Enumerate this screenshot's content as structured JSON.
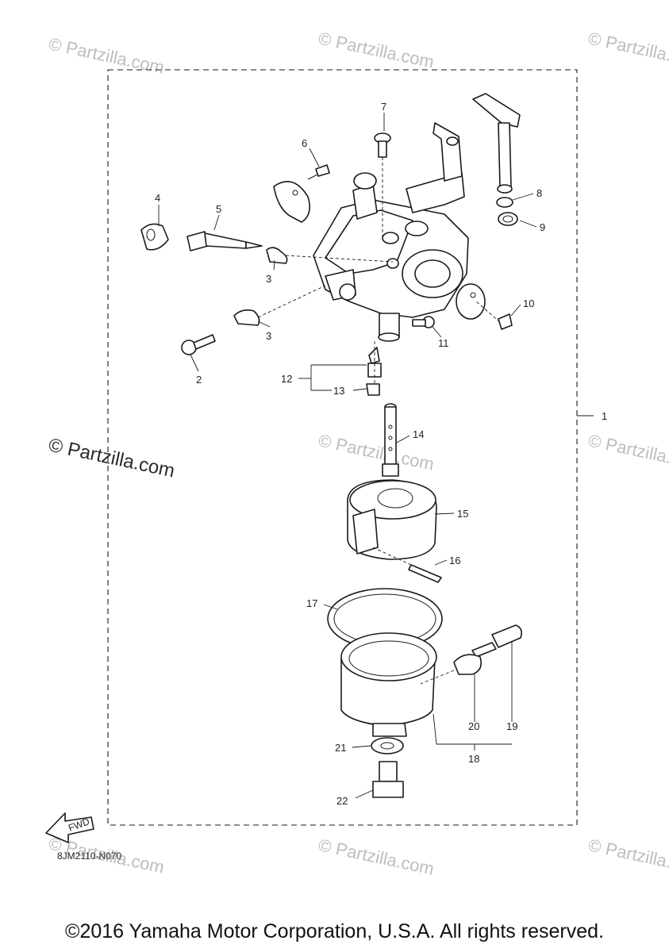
{
  "watermark": {
    "faint_text": "© Partzilla.com",
    "dark_text": "© Partzilla.com"
  },
  "diagram_code": "8JM2110-N070",
  "fwd_label": "FWD",
  "callouts": {
    "c1": "1",
    "c2": "2",
    "c3a": "3",
    "c3b": "3",
    "c4": "4",
    "c5": "5",
    "c6": "6",
    "c7": "7",
    "c8": "8",
    "c9": "9",
    "c10": "10",
    "c11": "11",
    "c12": "12",
    "c13": "13",
    "c14": "14",
    "c15": "15",
    "c16": "16",
    "c17": "17",
    "c18": "18",
    "c19": "19",
    "c20": "20",
    "c21": "21",
    "c22": "22"
  },
  "copyright": "©2016 Yamaha Motor Corporation, U.S.A. All rights reserved.",
  "colors": {
    "line": "#1a1a1a",
    "watermark": "#bdbdbd",
    "background": "#ffffff"
  }
}
